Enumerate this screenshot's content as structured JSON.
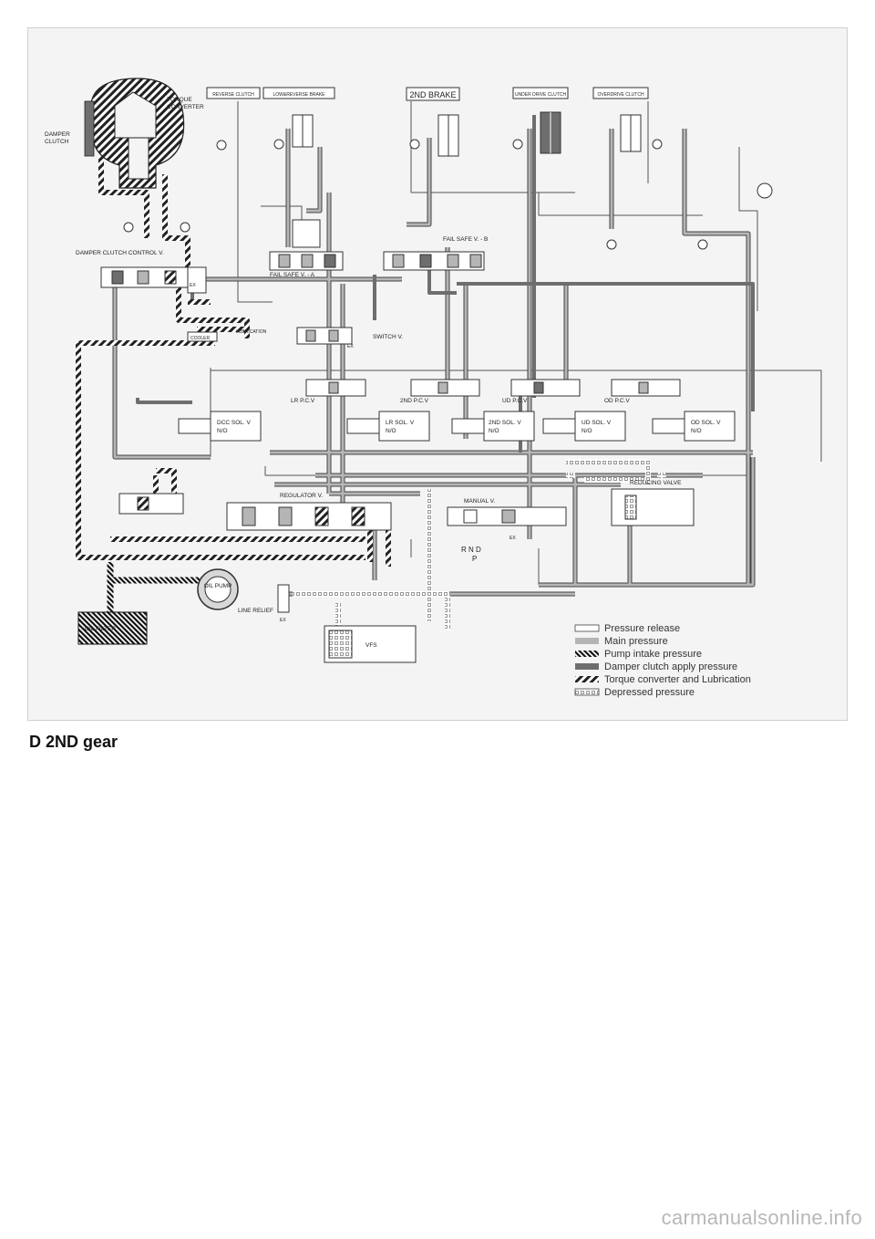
{
  "caption": "D 2ND gear",
  "watermark": "carmanualsonline.info",
  "headers": {
    "reverse_clutch": "REVERSE CLUTCH",
    "low_reverse_brake": "LOW&REVERSE BRAKE",
    "second_brake": "2ND BRAKE",
    "underdrive_clutch": "UNDER DRIVE CLUTCH",
    "overdrive_clutch": "OVERDRIVE CLUTCH"
  },
  "labels": {
    "torque_converter": "TORQUE CONVERTER",
    "damper_clutch": "DAMPER CLUTCH",
    "damper_clutch_control": "DAMPER CLUTCH CONTROL V.",
    "fail_safe_a": "FAIL SAFE V. - A",
    "fail_safe_b": "FAIL SAFE V. - B",
    "switch_v": "SWITCH V.",
    "cooler": "COOLER",
    "lubrication": "LUBRICATION",
    "lr_pcv": "LR P.C.V",
    "second_pcv": "2ND P.C.V",
    "ud_pcv": "UD P.C.V",
    "od_pcv": "OD P.C.V",
    "dcc_sol": "DCC SOL. V",
    "dcc_sol_sub": "N/O",
    "lr_sol": "LR SOL. V",
    "lr_sol_sub": "N/O",
    "second_sol": "2ND SOL. V",
    "second_sol_sub": "N/O",
    "ud_sol": "UD SOL. V",
    "ud_sol_sub": "N/O",
    "od_sol": "OD SOL. V",
    "od_sol_sub": "N/O",
    "regulator_v": "REGULATOR V.",
    "manual_v": "MANUAL V.",
    "reducing_valve": "REDUCING VALVE",
    "oil_pump": "OIL PUMP",
    "line_relief": "LINE RELIEF",
    "vfs": "VFS",
    "oil_filter": "OIL FILTER",
    "rnd": "R  N  D",
    "p": "P",
    "ex": "EX"
  },
  "legend": [
    {
      "label": "Pressure release",
      "pattern": "release"
    },
    {
      "label": "Main pressure",
      "pattern": "main"
    },
    {
      "label": "Pump intake pressure",
      "pattern": "intake"
    },
    {
      "label": "Damper clutch apply pressure",
      "pattern": "damper"
    },
    {
      "label": "Torque converter and Lubrication",
      "pattern": "tc"
    },
    {
      "label": "Depressed pressure",
      "pattern": "depressed"
    }
  ],
  "colors": {
    "main": "#b5b5b5",
    "damper": "#6e6e6e",
    "line": "#222222",
    "frame_bg": "#f4f4f4"
  }
}
